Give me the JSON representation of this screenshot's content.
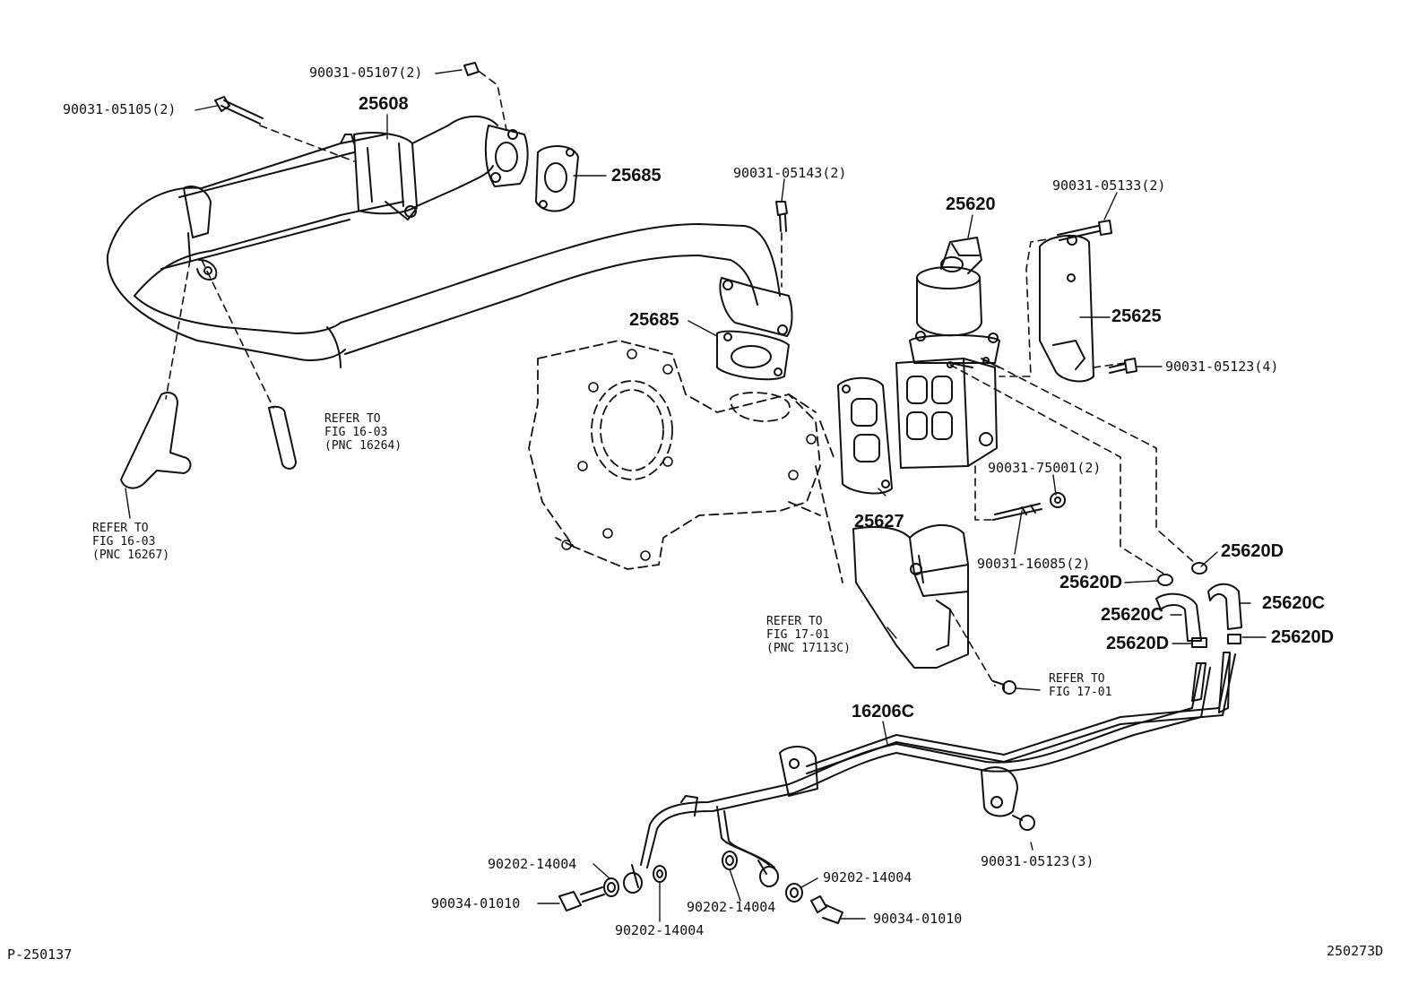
{
  "labels": {
    "bolt_05107": "90031-05107(2)",
    "bolt_05105": "90031-05105(2)",
    "pipe_25608": "25608",
    "gasket_25685_top": "25685",
    "bolt_05143": "90031-05143(2)",
    "valve_25620": "25620",
    "bolt_05133": "90031-05133(2)",
    "bracket_25625": "25625",
    "bolt_05123_4": "90031-05123(4)",
    "gasket_25685_mid": "25685",
    "nut_75001": "90031-75001(2)",
    "gasket_25627": "25627",
    "stud_16085": "90031-16085(2)",
    "hose_25620D_a": "25620D",
    "hose_25620D_b": "25620D",
    "hose_25620C_a": "25620C",
    "hose_25620C_b": "25620C",
    "hose_25620D_c": "25620D",
    "hose_25620D_d": "25620D",
    "pipe_16206C": "16206C",
    "bolt_05123_3": "90031-05123(3)",
    "gasket_14004_a": "90202-14004",
    "gasket_14004_b": "90202-14004",
    "gasket_14004_c": "90202-14004",
    "gasket_14004_d": "90202-14004",
    "union_01010_a": "90034-01010",
    "union_01010_b": "90034-01010"
  },
  "refs": {
    "ref_16264": {
      "line1": "REFER TO",
      "line2": "FIG 16-03",
      "line3": "(PNC 16264)"
    },
    "ref_16267": {
      "line1": "REFER TO",
      "line2": "FIG 16-03",
      "line3": "(PNC 16267)"
    },
    "ref_17113C": {
      "line1": "REFER TO",
      "line2": "FIG 17-01",
      "line3": "(PNC 17113C)"
    },
    "ref_1701": {
      "line1": "REFER TO",
      "line2": "FIG 17-01"
    }
  },
  "footer": {
    "left_code": "P-250137",
    "right_code": "250273D"
  }
}
